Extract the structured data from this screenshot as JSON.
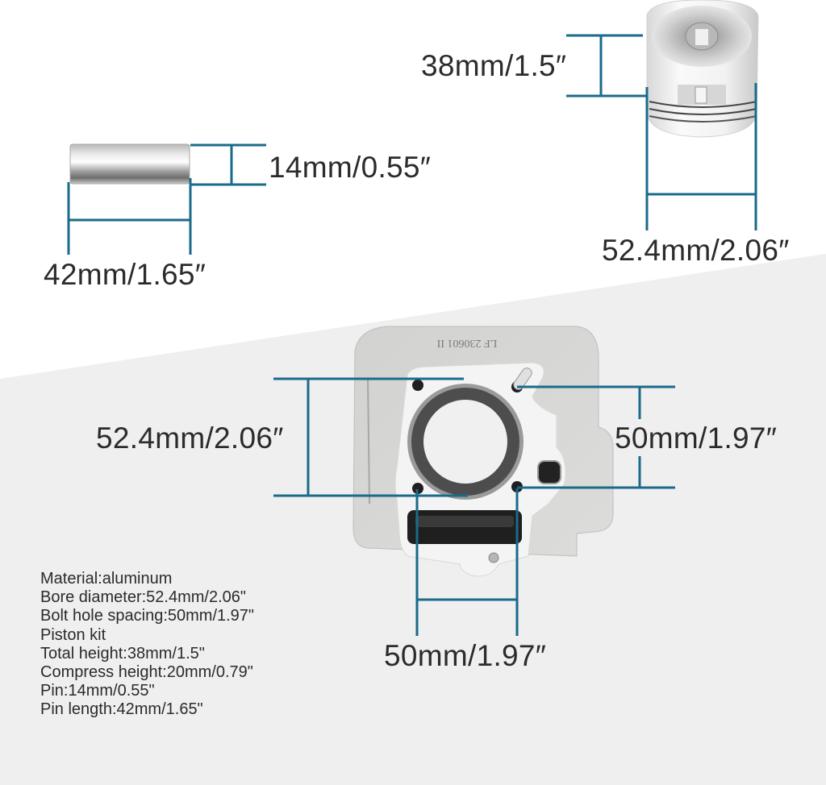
{
  "colors": {
    "dimension_line": "#1a6a8a",
    "background_top": "#ffffff",
    "background_bottom": "#efefef",
    "text": "#2b2b2b",
    "aluminum": "#d9d9d7",
    "aluminum_face": "#f2f2f2",
    "bore_ring": "#4a4a4a"
  },
  "pin": {
    "diameter_label": "14mm/0.55″",
    "length_label": "42mm/1.65″"
  },
  "piston": {
    "height_label": "38mm/1.5″",
    "diameter_label": "52.4mm/2.06″"
  },
  "cylinder": {
    "casting_mark": "LF 230601 II",
    "bore_label": "52.4mm/2.06″",
    "bolt_spacing_vertical_label": "50mm/1.97″",
    "bolt_spacing_horizontal_label": "50mm/1.97″"
  },
  "specs": [
    "Material:aluminum",
    "Bore diameter:52.4mm/2.06\"",
    "Bolt hole spacing:50mm/1.97\"",
    "Piston kit",
    "Total height:38mm/1.5\"",
    "Compress height:20mm/0.79\"",
    "Pin:14mm/0.55\"",
    "Pin length:42mm/1.65\""
  ]
}
